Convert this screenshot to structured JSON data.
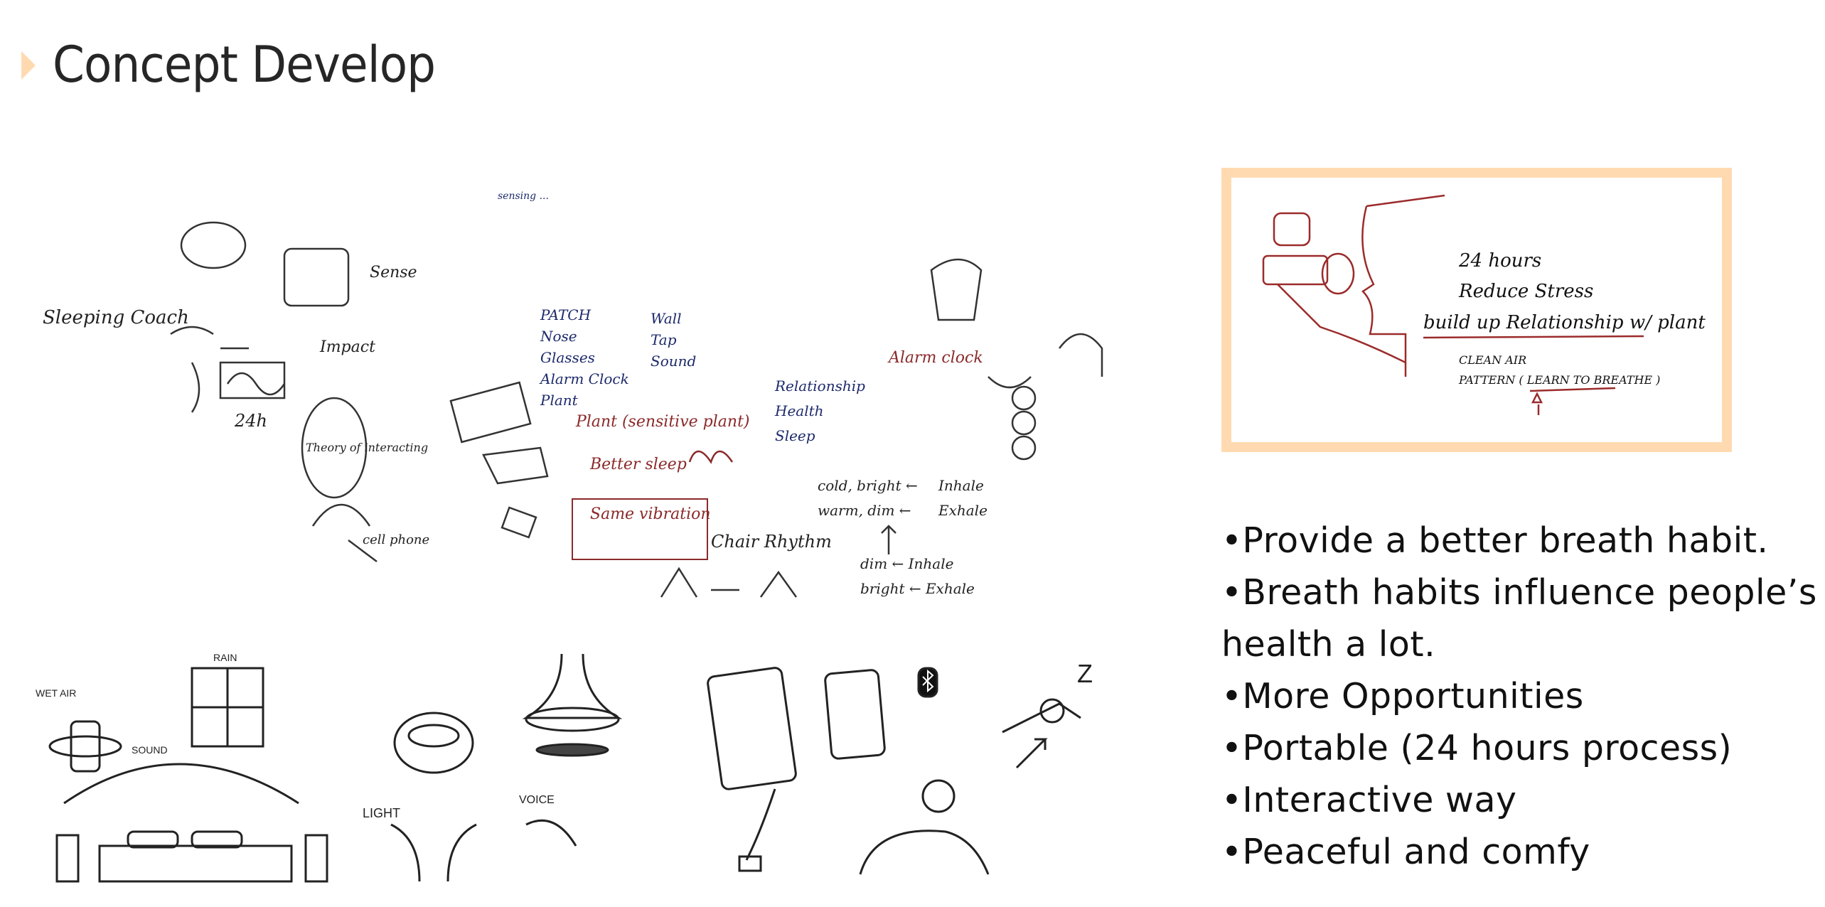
{
  "slide": {
    "title": "Concept Develop",
    "accent_color": "#FFDAB0"
  },
  "sketch_board": {
    "labels": [
      "Sleeping Coach",
      "Sense",
      "Impact",
      "Theory of interacting",
      "24h",
      "PATCH",
      "Nose",
      "Glasses",
      "Alarm Clock",
      "Plant",
      "Wall",
      "Tap",
      "Sound",
      "Relationship",
      "Health",
      "Sleep",
      "Plant (sensitive plant)",
      "Better sleep",
      "Same vibration",
      "Chair Rhythm",
      "Alarm clock",
      "Inhale",
      "Exhale",
      "cell phone"
    ]
  },
  "illustrations": {
    "labels": [
      "RAIN",
      "WET AIR",
      "SOUND",
      "LIGHT",
      "VOICE"
    ],
    "icons": [
      "humidifier",
      "window-rain",
      "bed-speakers",
      "breathing-device",
      "phone-tablet",
      "bluetooth-icon",
      "sleeping-person"
    ]
  },
  "concept_frame": {
    "notes": [
      "24 hours",
      "Reduce Stress",
      "build up Relationship w/ plant",
      "CLEAN AIR",
      "PATTERN ( LEARN TO BREATHE )"
    ]
  },
  "bullets": [
    "•Provide a better breath habit.",
    "•Breath habits influence people’s",
    "health a lot.",
    "•More Opportunities",
    "•Portable (24 hours process)",
    "•Interactive way",
    "•Peaceful and comfy"
  ]
}
